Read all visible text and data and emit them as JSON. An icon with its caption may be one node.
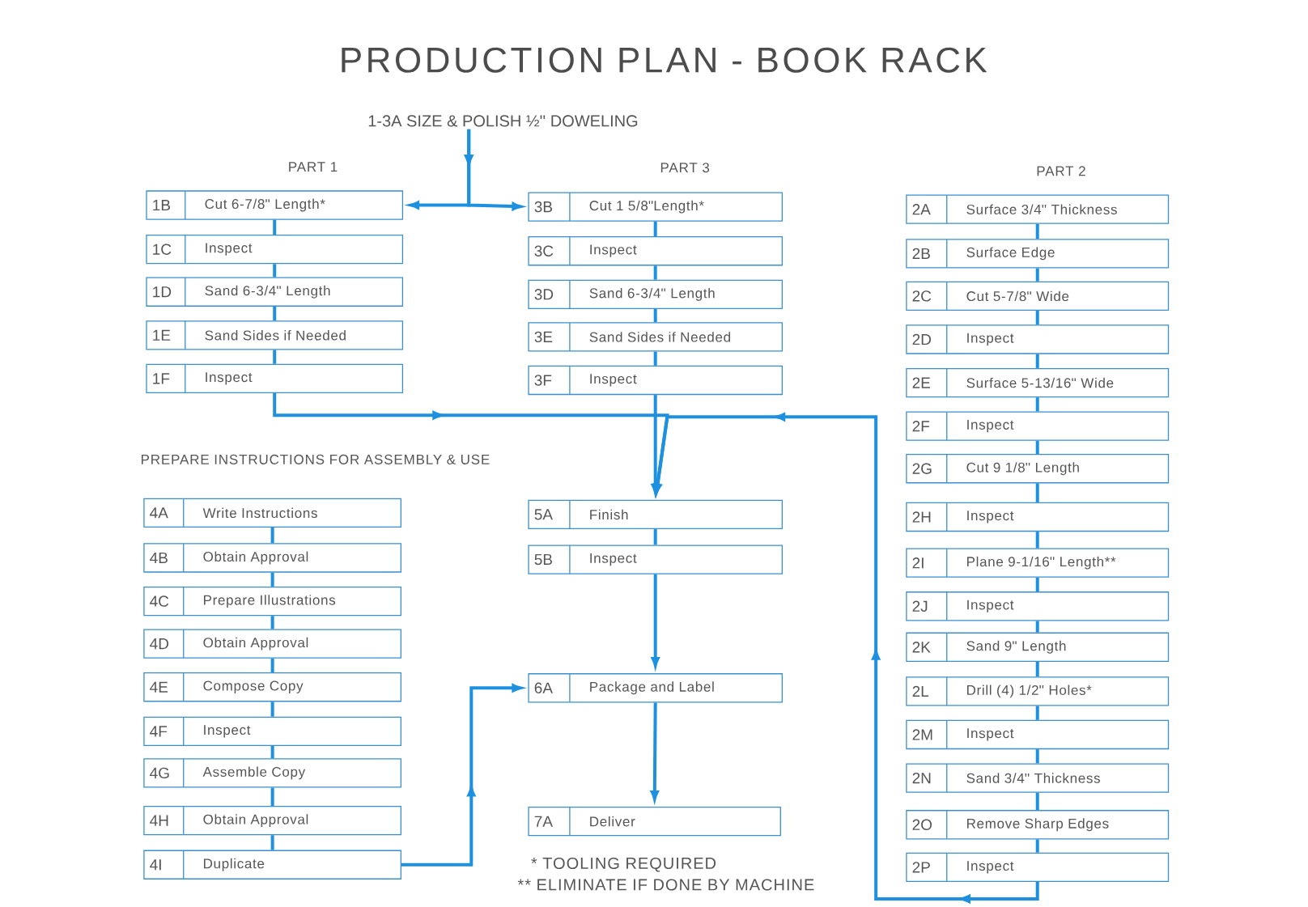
{
  "diagram": {
    "title": "PRODUCTION PLAN - BOOK RACK",
    "nodes": [
      {
        "text": [
          "1-3A SIZE & POLISH ½'' DOWELING"
        ]
      },
      {
        "text": [
          "1B",
          "Cut 6-7/8'' Length*"
        ]
      },
      {
        "text": [
          "1C",
          "Inspect"
        ]
      },
      {
        "text": [
          "1D",
          "Sand 6-3/4'' Length"
        ]
      },
      {
        "text": [
          "1E",
          "Sand Sides if Needed"
        ]
      },
      {
        "text": [
          "1F",
          "Inspect"
        ]
      },
      {
        "text": [
          "3B",
          "Cut 1 5/8''Length*"
        ]
      },
      {
        "text": [
          "3C",
          "Inspect"
        ]
      },
      {
        "text": [
          "3D",
          "Sand 6-3/4'' Length"
        ]
      },
      {
        "text": [
          "3E",
          "Sand Sides if Needed"
        ]
      },
      {
        "text": [
          "3F",
          "Inspect"
        ]
      },
      {
        "text": [
          "2A",
          "Surface 3/4'' Thickness"
        ]
      },
      {
        "text": [
          "2B",
          "Surface Edge"
        ]
      },
      {
        "text": [
          "2C",
          "Cut 5-7/8'' Wide"
        ]
      },
      {
        "text": [
          "2D",
          "Inspect"
        ]
      },
      {
        "text": [
          "2E",
          "Surface 5-13/16'' Wide"
        ]
      },
      {
        "text": [
          "2F",
          "Inspect"
        ]
      },
      {
        "text": [
          "2G",
          "Cut 9 1/8'' Length"
        ]
      },
      {
        "text": [
          "2H",
          "Inspect"
        ]
      },
      {
        "text": [
          "2I",
          "Plane 9-1/16'' Length**"
        ]
      },
      {
        "text": [
          "2J",
          "Inspect"
        ]
      },
      {
        "text": [
          "2K",
          "Sand 9'' Length"
        ]
      },
      {
        "text": [
          "2L",
          "Drill (4) 1/2'' Holes*"
        ]
      },
      {
        "text": [
          "2M",
          "Inspect"
        ]
      },
      {
        "text": [
          "2N",
          "Sand 3/4'' Thickness"
        ]
      },
      {
        "text": [
          "2O",
          "Remove Sharp Edges"
        ]
      },
      {
        "text": [
          "2P",
          "Inspect"
        ]
      },
      {
        "text": [
          "4A",
          "Write Instructions"
        ]
      },
      {
        "text": [
          "4B",
          "Obtain Approval"
        ]
      },
      {
        "text": [
          "4C",
          "Prepare Illustrations"
        ]
      },
      {
        "text": [
          "4D",
          "Obtain Approval"
        ]
      },
      {
        "text": [
          "4E",
          "Compose Copy"
        ]
      },
      {
        "text": [
          "4F",
          "Inspect"
        ]
      },
      {
        "text": [
          "4G",
          "Assemble Copy"
        ]
      },
      {
        "text": [
          "4H",
          "Obtain Approval"
        ]
      },
      {
        "text": [
          "4I",
          "Duplicate"
        ]
      },
      {
        "text": [
          "5A",
          "Finish"
        ]
      },
      {
        "text": [
          "5B",
          "Inspect"
        ]
      },
      {
        "text": [
          "6A",
          "Package and Label"
        ]
      },
      {
        "text": [
          "7A",
          "Deliver"
        ]
      }
    ],
    "edges": [
      {
        "from": 0,
        "to": 1,
        "arrow": "to"
      },
      {
        "from": 0,
        "to": 6,
        "arrow": "to"
      },
      {
        "from": 1,
        "to": 2,
        "arrow": "none"
      },
      {
        "from": 2,
        "to": 3,
        "arrow": "none"
      },
      {
        "from": 3,
        "to": 4,
        "arrow": "none"
      },
      {
        "from": 4,
        "to": 5,
        "arrow": "none"
      },
      {
        "from": 6,
        "to": 7,
        "arrow": "none"
      },
      {
        "from": 7,
        "to": 8,
        "arrow": "none"
      },
      {
        "from": 8,
        "to": 9,
        "arrow": "none"
      },
      {
        "from": 9,
        "to": 10,
        "arrow": "none"
      },
      {
        "from": 11,
        "to": 12,
        "arrow": "none"
      },
      {
        "from": 12,
        "to": 13,
        "arrow": "none"
      },
      {
        "from": 13,
        "to": 14,
        "arrow": "none"
      },
      {
        "from": 14,
        "to": 15,
        "arrow": "none"
      },
      {
        "from": 15,
        "to": 16,
        "arrow": "none"
      },
      {
        "from": 16,
        "to": 17,
        "arrow": "none"
      },
      {
        "from": 17,
        "to": 18,
        "arrow": "none"
      },
      {
        "from": 18,
        "to": 19,
        "arrow": "none"
      },
      {
        "from": 19,
        "to": 20,
        "arrow": "none"
      },
      {
        "from": 20,
        "to": 21,
        "arrow": "none"
      },
      {
        "from": 21,
        "to": 22,
        "arrow": "none"
      },
      {
        "from": 22,
        "to": 23,
        "arrow": "none"
      },
      {
        "from": 23,
        "to": 24,
        "arrow": "none"
      },
      {
        "from": 24,
        "to": 25,
        "arrow": "none"
      },
      {
        "from": 25,
        "to": 26,
        "arrow": "none"
      },
      {
        "from": 27,
        "to": 28,
        "arrow": "none"
      },
      {
        "from": 28,
        "to": 29,
        "arrow": "none"
      },
      {
        "from": 29,
        "to": 30,
        "arrow": "none"
      },
      {
        "from": 30,
        "to": 31,
        "arrow": "none"
      },
      {
        "from": 31,
        "to": 32,
        "arrow": "none"
      },
      {
        "from": 32,
        "to": 33,
        "arrow": "none"
      },
      {
        "from": 33,
        "to": 34,
        "arrow": "none"
      },
      {
        "from": 34,
        "to": 35,
        "arrow": "none"
      },
      {
        "from": 5,
        "to": 36,
        "arrow": "to"
      },
      {
        "from": 10,
        "to": 36,
        "arrow": "to"
      },
      {
        "from": 26,
        "to": 36,
        "arrow": "to"
      },
      {
        "from": 36,
        "to": 37,
        "arrow": "none"
      },
      {
        "from": 37,
        "to": 38,
        "arrow": "to"
      },
      {
        "from": 35,
        "to": 38,
        "arrow": "to"
      },
      {
        "from": 38,
        "to": 39,
        "arrow": "to"
      }
    ],
    "labels": [
      "PART 1",
      "PART 3",
      "PART 2",
      "PREPARE INSTRUCTIONS FOR ASSEMBLY & USE",
      "* TOOLING REQUIRED",
      "** ELIMINATE IF DONE BY MACHINE"
    ]
  }
}
